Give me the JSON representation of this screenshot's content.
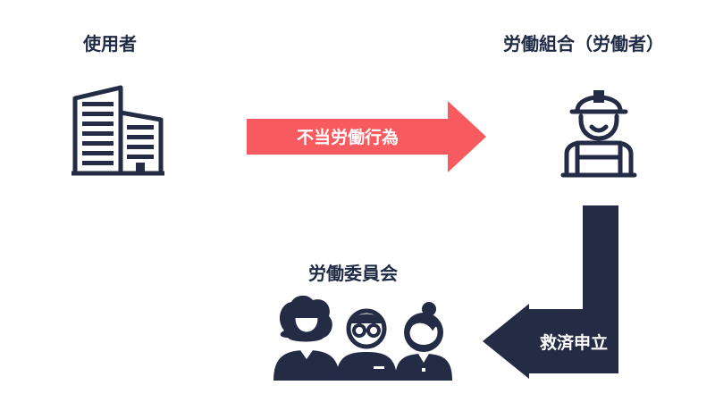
{
  "nodes": {
    "employer": {
      "label": "使用者"
    },
    "union": {
      "label": "労働組合（労働者）"
    },
    "commission": {
      "label": "労働委員会"
    }
  },
  "edges": {
    "unfair_practice": {
      "label": "不当労働行為"
    },
    "relief_petition": {
      "label": "救済申立"
    }
  },
  "colors": {
    "navy": "#232b45",
    "red": "#f75b5f",
    "white": "#ffffff"
  }
}
